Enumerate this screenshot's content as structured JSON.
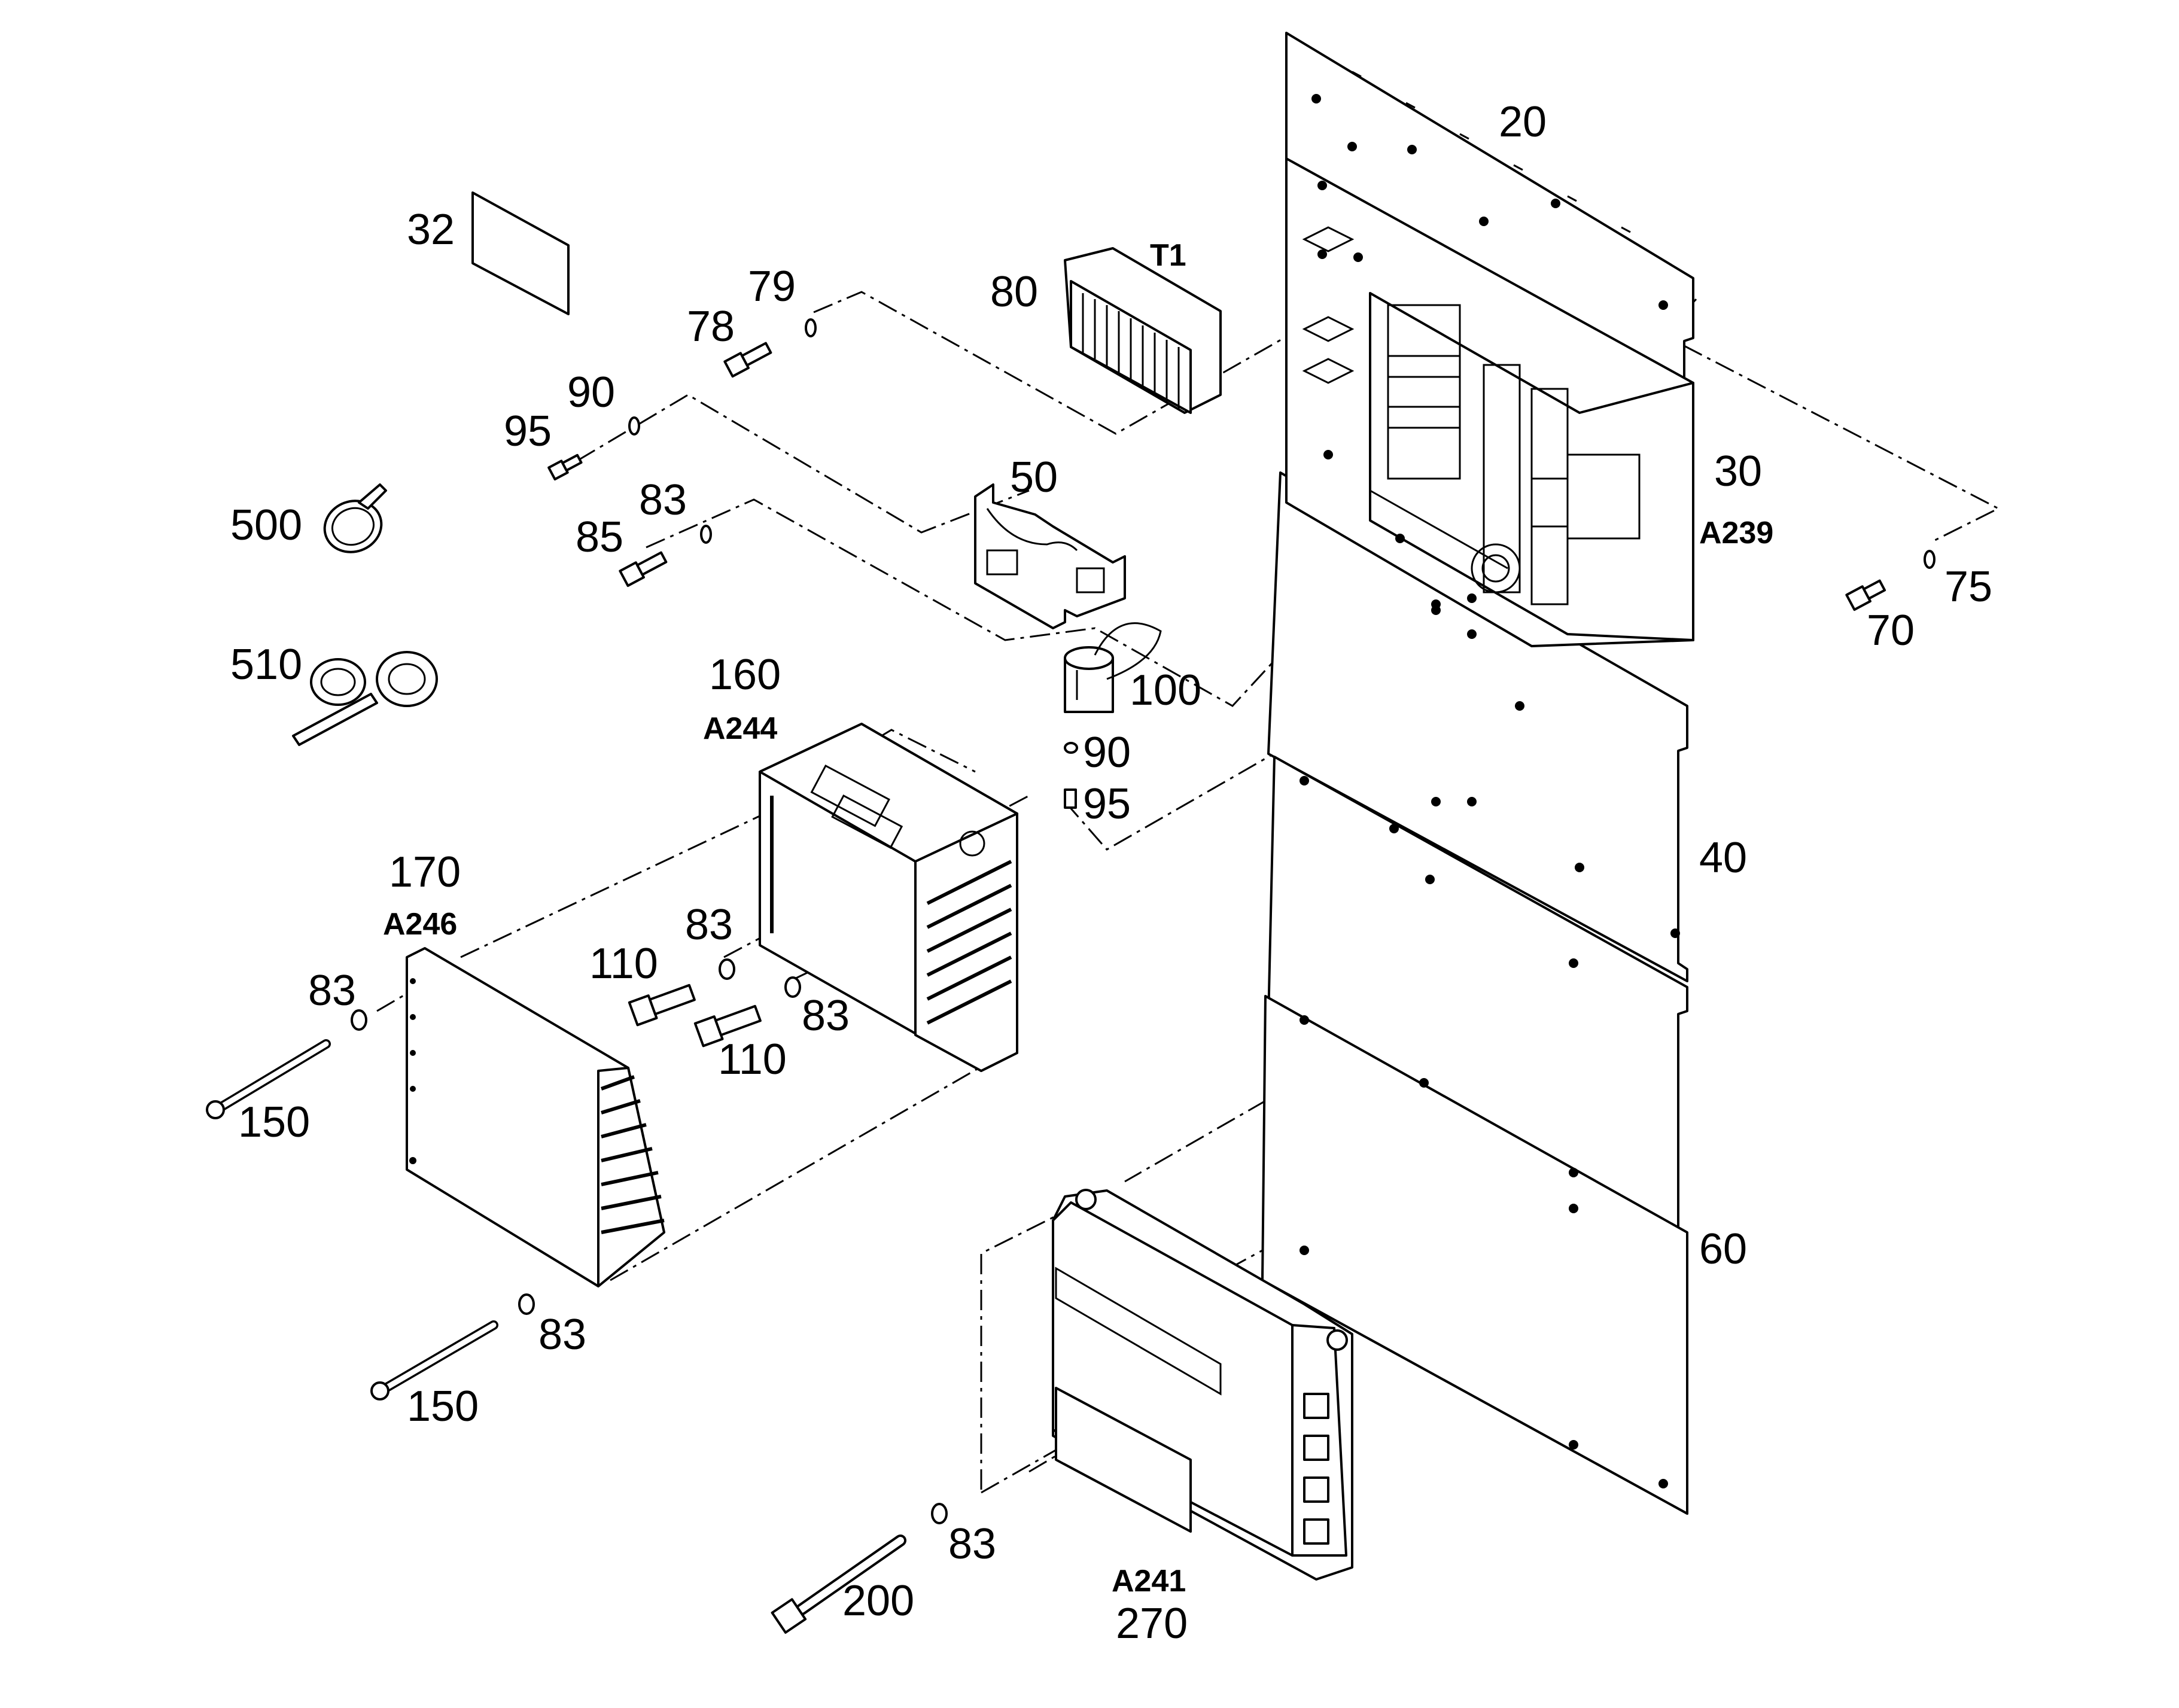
{
  "labels": {
    "p20": "20",
    "p30": "30",
    "a239": "A239",
    "p32": "32",
    "t1": "T1",
    "p80": "80",
    "p79": "79",
    "p78": "78",
    "p90a": "90",
    "p95a": "95",
    "p83a": "83",
    "p85": "85",
    "p50": "50",
    "p500": "500",
    "p510": "510",
    "p100": "100",
    "p90b": "90",
    "p95b": "95",
    "p75": "75",
    "p70": "70",
    "p160": "160",
    "a244": "A244",
    "p40": "40",
    "p170": "170",
    "a246": "A246",
    "p83b": "83",
    "p83c": "83",
    "p110a": "110",
    "p110b": "110",
    "p83d": "83",
    "p150a": "150",
    "p83e": "83",
    "p150b": "150",
    "p60": "60",
    "p83f": "83",
    "p200": "200",
    "a241": "A241",
    "p270": "270"
  }
}
